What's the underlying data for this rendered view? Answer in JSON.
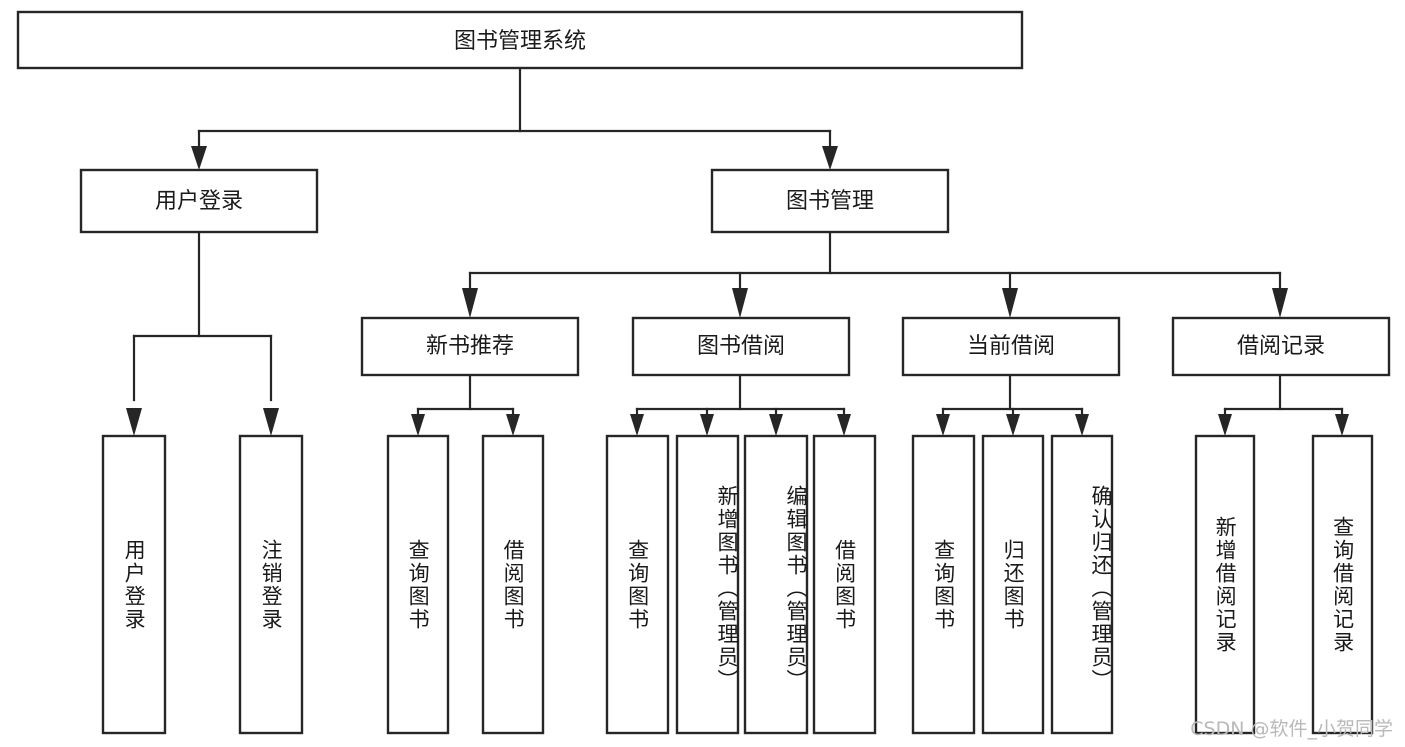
{
  "diagram": {
    "type": "tree-hierarchy",
    "title": "图书管理系统",
    "watermark": "CSDN @软件_小贺同学",
    "colors": {
      "box_stroke": "#262626",
      "box_fill": "#ffffff",
      "text": "#1a1a1a",
      "edge": "#262626",
      "watermark": "#b9b9b9",
      "background": "#ffffff"
    },
    "levels": {
      "root": {
        "label": "图书管理系统"
      },
      "level2": [
        {
          "id": "user-login",
          "label": "用户登录"
        },
        {
          "id": "book-management",
          "label": "图书管理"
        }
      ],
      "level3": [
        {
          "id": "new-book-recommend",
          "label": "新书推荐",
          "parent": "book-management"
        },
        {
          "id": "book-borrow",
          "label": "图书借阅",
          "parent": "book-management"
        },
        {
          "id": "current-borrow",
          "label": "当前借阅",
          "parent": "book-management"
        },
        {
          "id": "borrow-record",
          "label": "借阅记录",
          "parent": "book-management"
        }
      ],
      "leaves": [
        {
          "id": "leaf-user-login",
          "label": "用户登录",
          "parent": "user-login"
        },
        {
          "id": "leaf-logout-login",
          "label": "注销登录",
          "parent": "user-login"
        },
        {
          "id": "leaf-query-book-1",
          "label": "查询图书",
          "parent": "new-book-recommend"
        },
        {
          "id": "leaf-borrow-book-1",
          "label": "借阅图书",
          "parent": "new-book-recommend"
        },
        {
          "id": "leaf-query-book-2",
          "label": "查询图书",
          "parent": "book-borrow"
        },
        {
          "id": "leaf-add-book",
          "label": "新增图书（管理员）",
          "parent": "book-borrow"
        },
        {
          "id": "leaf-edit-book",
          "label": "编辑图书（管理员）",
          "parent": "book-borrow"
        },
        {
          "id": "leaf-borrow-book-2",
          "label": "借阅图书",
          "parent": "book-borrow"
        },
        {
          "id": "leaf-query-book-3",
          "label": "查询图书",
          "parent": "current-borrow"
        },
        {
          "id": "leaf-return-book",
          "label": "归还图书",
          "parent": "current-borrow"
        },
        {
          "id": "leaf-confirm-return",
          "label": "确认归还（管理员）",
          "parent": "current-borrow"
        },
        {
          "id": "leaf-add-record",
          "label": "新增借阅记录",
          "parent": "borrow-record"
        },
        {
          "id": "leaf-query-record",
          "label": "查询借阅记录",
          "parent": "borrow-record"
        }
      ]
    }
  }
}
